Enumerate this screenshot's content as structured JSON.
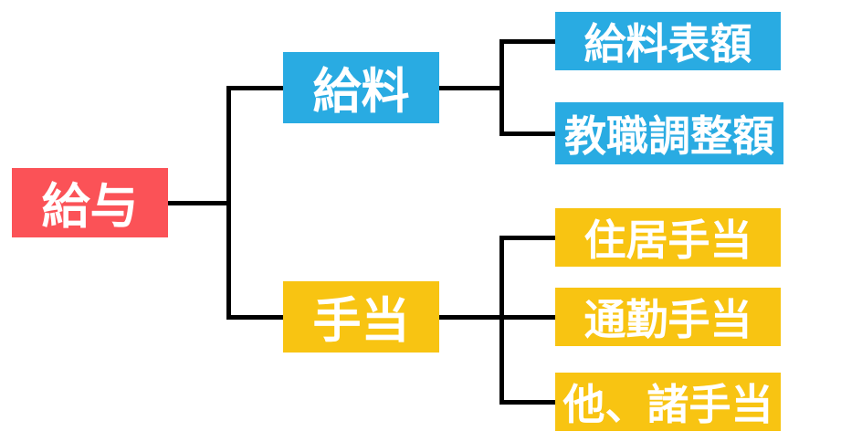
{
  "diagram": {
    "type": "tree",
    "orientation": "left-to-right",
    "line_color": "#000000",
    "text_color": "#ffffff",
    "palette": {
      "red": "#FB5257",
      "blue": "#29ABE2",
      "yellow": "#F8C412"
    },
    "root": {
      "label": "給与",
      "color": "#FB5257"
    },
    "branches": [
      {
        "label": "給料",
        "color": "#29ABE2",
        "children": [
          {
            "label": "給料表額",
            "color": "#29ABE2"
          },
          {
            "label": "教職調整額",
            "color": "#29ABE2"
          }
        ]
      },
      {
        "label": "手当",
        "color": "#F8C412",
        "children": [
          {
            "label": "住居手当",
            "color": "#F8C412"
          },
          {
            "label": "通勤手当",
            "color": "#F8C412"
          },
          {
            "label": "他、諸手当",
            "color": "#F8C412"
          }
        ]
      }
    ]
  }
}
